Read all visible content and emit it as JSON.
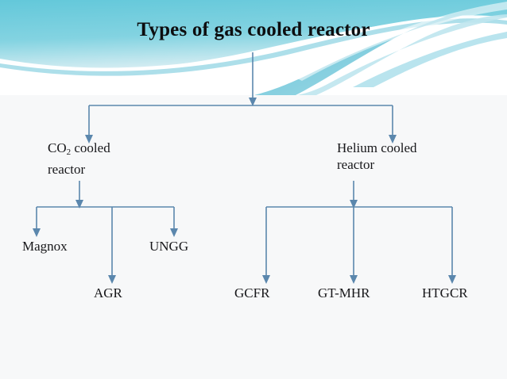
{
  "slide": {
    "title": "Types of gas cooled reactor",
    "background_color": "#f7f8f9",
    "connector_color": "#5b87ad",
    "accent_color": "#6ecbdc",
    "text_color": "#17171a"
  },
  "decoration": {
    "name": "cyan-swoosh-banner",
    "colors": [
      "#6ecbdc",
      "#8fd6e4",
      "#bde6ef",
      "#ffffff"
    ]
  },
  "diagram": {
    "type": "tree",
    "root": {
      "label": "Types of gas cooled reactor"
    },
    "level1": [
      {
        "id": "co2",
        "label_line1": "CO",
        "label_sub": "2",
        "label_line2": " cooled",
        "label_line3": "reactor",
        "full_label": "CO2 cooled reactor"
      },
      {
        "id": "helium",
        "label_line1": "Helium cooled",
        "label_line3": "reactor",
        "full_label": "Helium cooled reactor"
      }
    ],
    "level2": [
      {
        "id": "magnox",
        "label": "Magnox",
        "parent": "co2"
      },
      {
        "id": "ungg",
        "label": "UNGG",
        "parent": "co2"
      },
      {
        "id": "agr",
        "label": "AGR",
        "parent": "co2"
      },
      {
        "id": "gcfr",
        "label": "GCFR",
        "parent": "helium"
      },
      {
        "id": "gtmhr",
        "label": "GT-MHR",
        "parent": "helium"
      },
      {
        "id": "htgcr",
        "label": "HTGCR",
        "parent": "helium"
      }
    ]
  }
}
